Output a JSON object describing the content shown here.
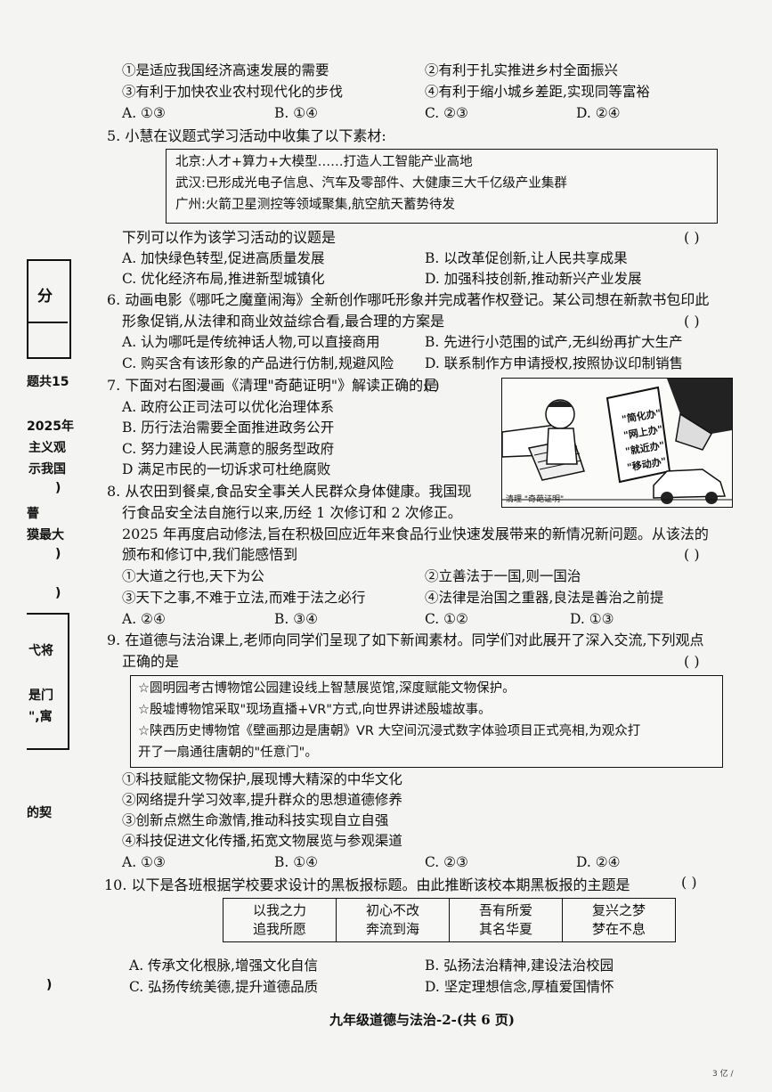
{
  "q4": {
    "opt1": "①是适应我国经济高速发展的需要",
    "opt2": "②有利于扎实推进乡村全面振兴",
    "opt3": "③有利于加快农业农村现代化的步伐",
    "opt4": "④有利于缩小城乡差距,实现同等富裕",
    "choices": [
      "A. ①③",
      "B. ①④",
      "C. ②③",
      "D. ②④"
    ]
  },
  "q5": {
    "stem": "5. 小慧在议题式学习活动中收集了以下素材:",
    "material": [
      "北京:人才+算力+大模型……打造人工智能产业高地",
      "武汉:已形成光电子信息、汽车及零部件、大健康三大千亿级产业集群",
      "广州:火箭卫星测控等领域聚集,航空航天蓄势待发"
    ],
    "question": "下列可以作为该学习活动的议题是",
    "paren": "(      )",
    "choices": [
      "A. 加快绿色转型,促进高质量发展",
      "B. 以改革促创新,让人民共享成果",
      "C. 优化经济布局,推进新型城镇化",
      "D. 加强科技创新,推动新兴产业发展"
    ]
  },
  "q6": {
    "stem": "6. 动画电影《哪吒之魔童闹海》全新创作哪吒形象并完成著作权登记。某公司想在新款书包印此",
    "stem2": "形象促销,从法律和商业效益综合看,最合理的方案是",
    "paren": "(      )",
    "choices": [
      "A. 认为哪吒是传统神话人物,可以直接商用",
      "B. 先进行小范围的试产,无纠纷再扩大生产",
      "C. 购买含有该形象的产品进行仿制,规避风险",
      "D. 联系制作方申请授权,按照协议印制销售"
    ]
  },
  "q7": {
    "stem": "7. 下面对右图漫画《清理\"奇葩证明\"》解读正确的是",
    "paren": "(      )",
    "choices": [
      "A. 政府公正司法可以优化治理体系",
      "B. 历行法治需要全面推进政务公开",
      "C. 努力建设人民满意的服务型政府",
      "D  满足市民的一切诉求可杜绝腐败"
    ],
    "cartoon_signs": [
      "\"简化办\"",
      "\"网上办\"",
      "\"就近办\"",
      "\"移动办\""
    ],
    "cartoon_caption": "清理 \"奇葩证明\""
  },
  "q8": {
    "stem": "8. 从农田到餐桌,食品安全事关人民群众身体健康。我国现",
    "stem2": "行食品安全法自施行以来,历经 1 次修订和 2 次修正。",
    "stem3": "2025 年再度启动修法,旨在积极回应近年来食品行业快速发展带来的新情况新问题。从该法的",
    "stem4": "颁布和修订中,我们能感悟到",
    "paren": "(      )",
    "opt1": "①大道之行也,天下为公",
    "opt2": "②立善法于一国,则一国治",
    "opt3": "③天下之事,不难于立法,而难于法之必行",
    "opt4": "④法律是治国之重器,良法是善治之前提",
    "choices": [
      "A. ②④",
      "B. ③④",
      "C. ①②",
      "D. ①③"
    ]
  },
  "q9": {
    "stem": "9. 在道德与法治课上,老师向同学们呈现了如下新闻素材。同学们对此展开了深入交流,下列观点",
    "stem2": "正确的是",
    "paren": "(      )",
    "material": [
      "☆圆明园考古博物馆公园建设线上智慧展览馆,深度赋能文物保护。",
      "☆殷墟博物馆采取\"现场直播+VR\"方式,向世界讲述殷墟故事。",
      "☆陕西历史博物馆《壁画那边是唐朝》VR 大空间沉浸式数字体验项目正式亮相,为观众打",
      "开了一扇通往唐朝的\"任意门\"。"
    ],
    "opt1": "①科技赋能文物保护,展现博大精深的中华文化",
    "opt2": "②网络提升学习效率,提升群众的思想道德修养",
    "opt3": "③创新点燃生命激情,推动科技实现自立自强",
    "opt4": "④科技促进文化传播,拓宽文物展览与参观渠道",
    "choices": [
      "A. ①③",
      "B. ①④",
      "C. ②③",
      "D. ②④"
    ]
  },
  "q10": {
    "stem": "10. 以下是各班根据学校要求设计的黑板报标题。由此推断该校本期黑板报的主题是",
    "paren": "(      )",
    "slogans": [
      [
        "以我之力",
        "追我所愿"
      ],
      [
        "初心不改",
        "奔流到海"
      ],
      [
        "吾有所爱",
        "其名华夏"
      ],
      [
        "复兴之梦",
        "梦在不息"
      ]
    ],
    "choices": [
      "A. 传承文化根脉,增强文化自信",
      "B. 弘扬法治精神,建设法治校园",
      "C. 弘扬传统美德,提升道德品质",
      "D. 坚定理想信念,厚植爱国情怀"
    ]
  },
  "margin": {
    "score": "分",
    "frag1": "题共15",
    "frag2": "2025年",
    "frag3": "主义观",
    "frag4": "示我国",
    "frag5": ")",
    "frag6": "瞢",
    "frag7": "獏最大",
    "frag8": ")",
    "frag9": ")",
    "frag10": "弋将",
    "frag11": "是门",
    "frag12": "\",寓",
    "frag13": "的契",
    "frag14": ")"
  },
  "footer": "九年级道德与法治-2-(共 6 页)",
  "corner": "3 亿 /"
}
